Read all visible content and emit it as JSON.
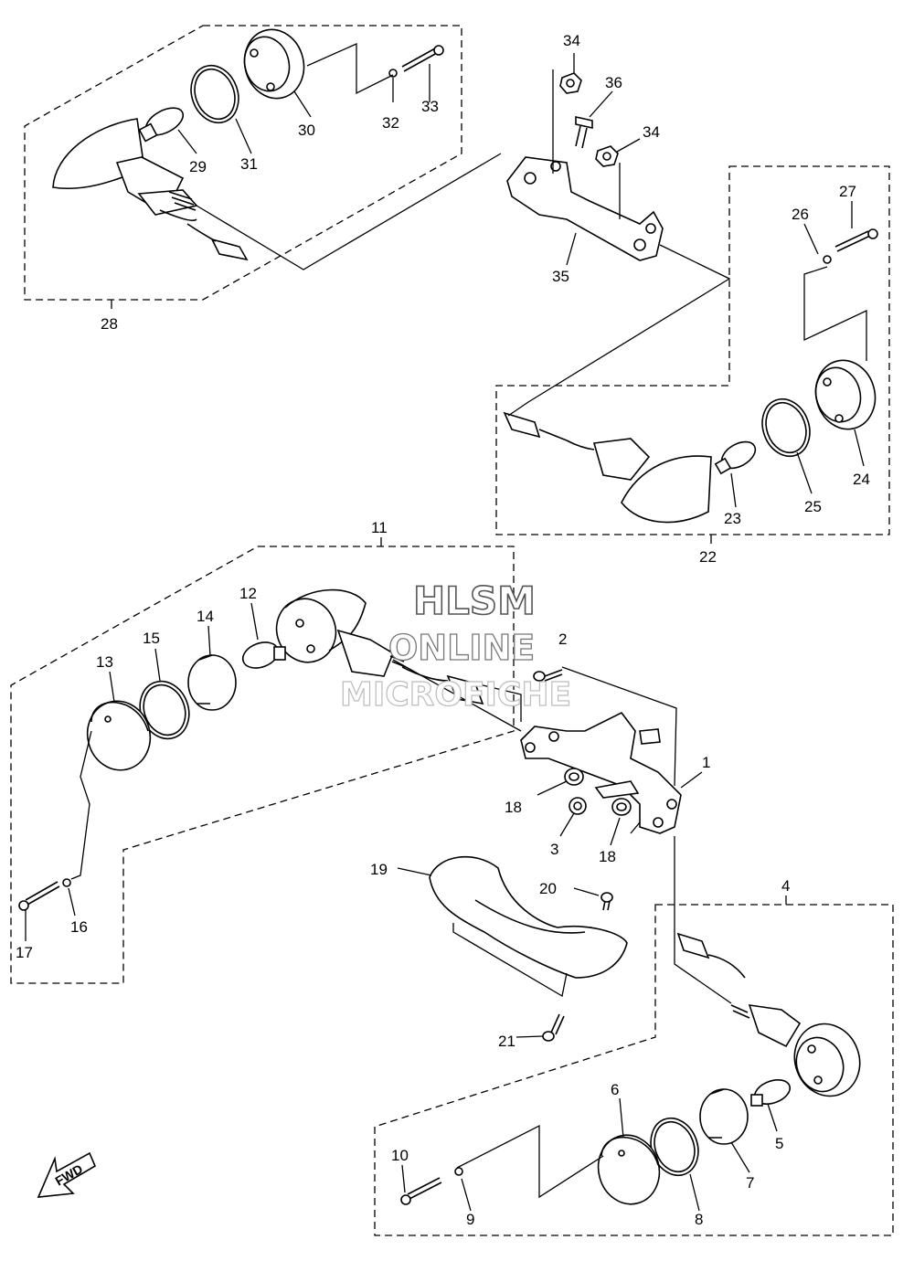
{
  "watermark": {
    "line1": "HLSM",
    "line2": "ONLINE",
    "line3": "MICROFICHE"
  },
  "fwd_label": "FWD",
  "callouts": {
    "c1": "1",
    "c2": "2",
    "c3": "3",
    "c4": "4",
    "c5": "5",
    "c6": "6",
    "c7": "7",
    "c8": "8",
    "c9": "9",
    "c10": "10",
    "c11": "11",
    "c12": "12",
    "c13": "13",
    "c14": "14",
    "c15": "15",
    "c16": "16",
    "c17": "17",
    "c18a": "18",
    "c18b": "18",
    "c19": "19",
    "c20": "20",
    "c21": "21",
    "c22": "22",
    "c23": "23",
    "c24": "24",
    "c25": "25",
    "c26": "26",
    "c27": "27",
    "c28": "28",
    "c29": "29",
    "c30": "30",
    "c31": "31",
    "c32": "32",
    "c33": "33",
    "c34a": "34",
    "c34b": "34",
    "c35": "35",
    "c36": "36"
  }
}
